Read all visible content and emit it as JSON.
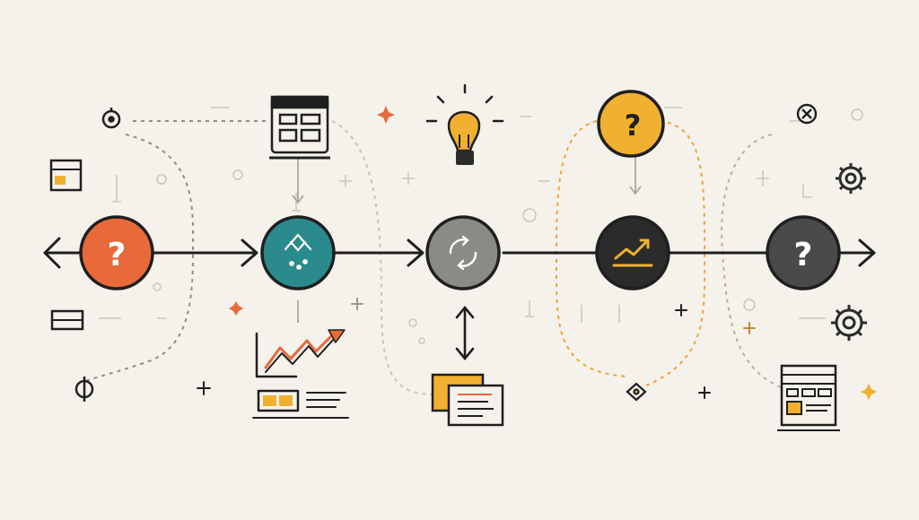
{
  "diagram": {
    "type": "horizontal-process-flow",
    "colors": {
      "background": "#f5f2ec",
      "ink": "#1f1f1f",
      "orange": "#e8693a",
      "teal": "#2a8a8c",
      "gray": "#8a8a87",
      "dark": "#2b2b2b",
      "charcoal": "#4a4a4a",
      "yellow": "#f0b030",
      "faint": "#b9b6ae"
    },
    "nodes": [
      {
        "id": "question-start",
        "icon": "question-mark-icon",
        "fill": "orange",
        "glyph": "?"
      },
      {
        "id": "network-step",
        "icon": "network-arrow-icon",
        "fill": "teal",
        "glyph": ""
      },
      {
        "id": "cycle-step",
        "icon": "cycle-arrows-icon",
        "fill": "gray",
        "glyph": ""
      },
      {
        "id": "growth-step",
        "icon": "trend-up-icon",
        "fill": "dark",
        "glyph": ""
      },
      {
        "id": "question-end",
        "icon": "question-mark-icon",
        "fill": "charcoal",
        "glyph": "?"
      }
    ],
    "top_badge": {
      "icon": "question-mark-icon",
      "fill": "yellow",
      "glyph": "?"
    },
    "decorations": [
      "calendar-icon",
      "lightbulb-icon",
      "gear-icon",
      "gear-icon",
      "chart-up-icon",
      "document-stack-icon",
      "table-card-icon",
      "location-pin-icon",
      "close-icon",
      "sparkle-icon"
    ]
  }
}
